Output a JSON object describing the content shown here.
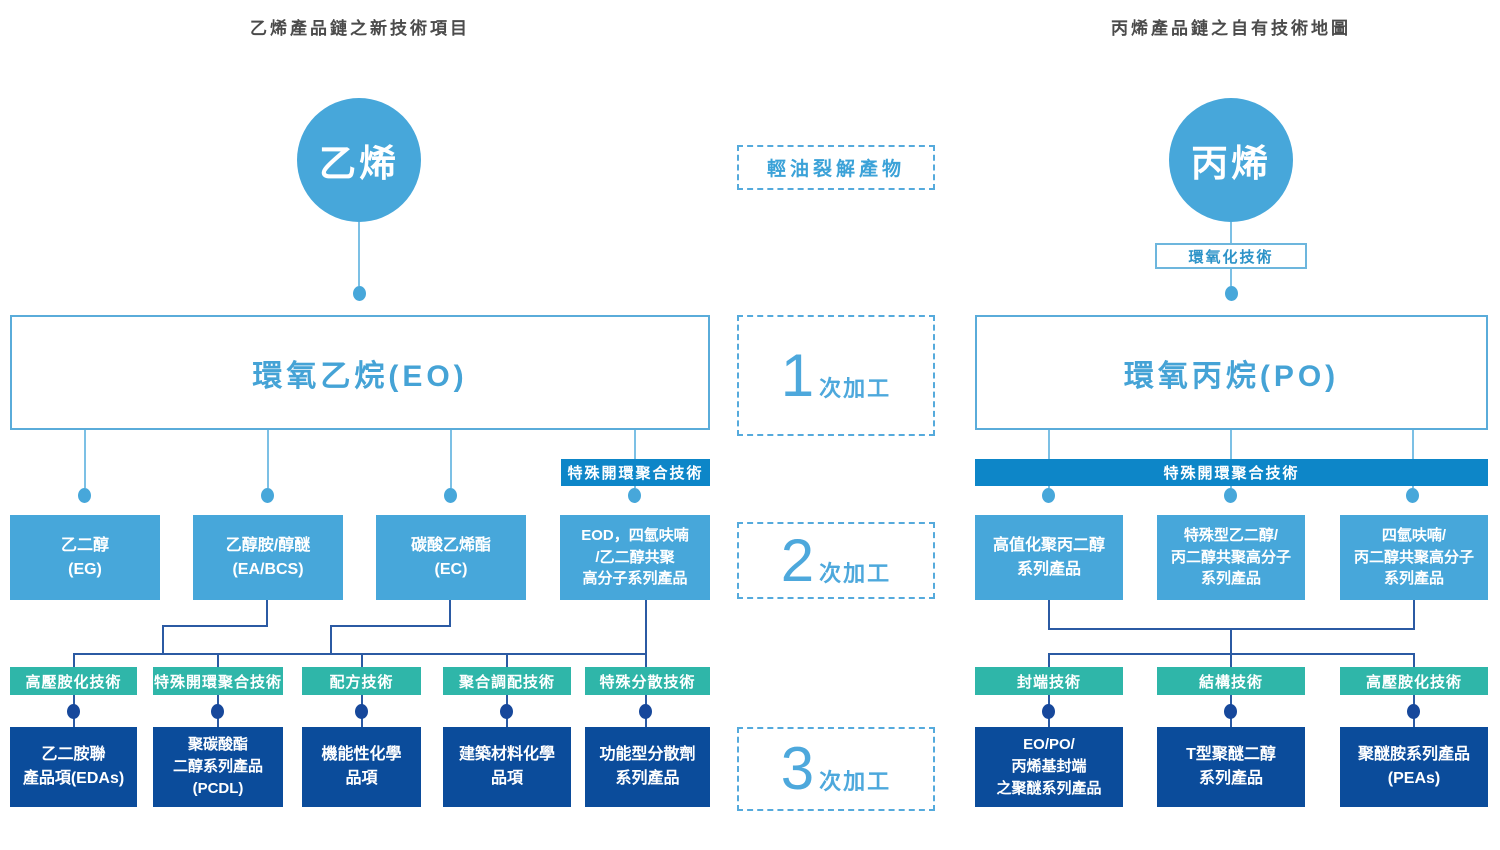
{
  "left": {
    "title": "乙烯產品鏈之新技術項目",
    "circle_label": "乙烯",
    "primary_box": "環氧乙烷(EO)",
    "tech_label": "特殊開環聚合技術",
    "row2": [
      {
        "lines": [
          "乙二醇",
          "(EG)"
        ]
      },
      {
        "lines": [
          "乙醇胺/醇醚",
          "(EA/BCS)"
        ]
      },
      {
        "lines": [
          "碳酸乙烯酯",
          "(EC)"
        ]
      },
      {
        "lines": [
          "EOD，四氫呋喃",
          "/乙二醇共聚",
          "高分子系列產品"
        ]
      }
    ],
    "tech_row": [
      "高壓胺化技術",
      "特殊開環聚合技術",
      "配方技術",
      "聚合調配技術",
      "特殊分散技術"
    ],
    "row3": [
      {
        "lines": [
          "乙二胺聯",
          "產品項(EDAs)"
        ]
      },
      {
        "lines": [
          "聚碳酸酯",
          "二醇系列產品",
          "(PCDL)"
        ]
      },
      {
        "lines": [
          "機能性化學",
          "品項"
        ]
      },
      {
        "lines": [
          "建築材料化學",
          "品項"
        ]
      },
      {
        "lines": [
          "功能型分散劑",
          "系列產品"
        ]
      }
    ]
  },
  "center": {
    "feedstock_label": "輕油裂解產物",
    "stages": [
      {
        "number": "1",
        "suffix": "次加工"
      },
      {
        "number": "2",
        "suffix": "次加工"
      },
      {
        "number": "3",
        "suffix": "次加工"
      }
    ]
  },
  "right": {
    "title": "丙烯產品鏈之自有技術地圖",
    "circle_label": "丙烯",
    "epoxidation_label": "環氧化技術",
    "primary_box": "環氧丙烷(PO)",
    "tech_bar": "特殊開環聚合技術",
    "row2": [
      {
        "lines": [
          "高值化聚丙二醇",
          "系列產品"
        ]
      },
      {
        "lines": [
          "特殊型乙二醇/",
          "丙二醇共聚高分子",
          "系列產品"
        ]
      },
      {
        "lines": [
          "四氫呋喃/",
          "丙二醇共聚高分子",
          "系列產品"
        ]
      }
    ],
    "tech_row": [
      "封端技術",
      "結構技術",
      "高壓胺化技術"
    ],
    "row3": [
      {
        "lines": [
          "EO/PO/",
          "丙烯基封端",
          "之聚醚系列產品"
        ]
      },
      {
        "lines": [
          "T型聚醚二醇",
          "系列產品"
        ]
      },
      {
        "lines": [
          "聚醚胺系列產品",
          "(PEAs)"
        ]
      }
    ]
  },
  "colors": {
    "light_blue": "#47a7da",
    "bar_blue": "#0d86c8",
    "teal": "#2fb6a9",
    "navy": "#0b4c9b",
    "line_light": "#7cc0e5",
    "line_dark": "#2b5aa3",
    "dashed_border": "#55aadc",
    "title_gray": "#4b4b4b"
  }
}
